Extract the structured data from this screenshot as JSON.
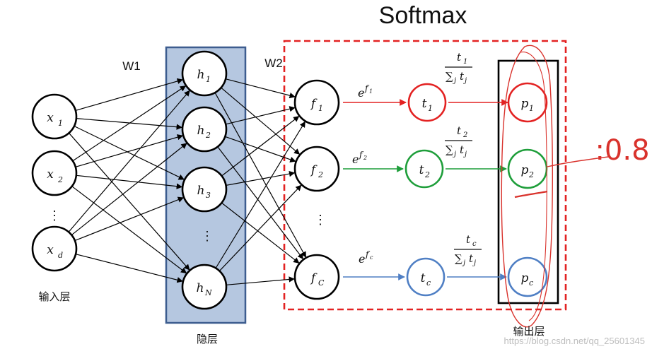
{
  "title": "Softmax",
  "weights": {
    "w1": "W1",
    "w2": "W2"
  },
  "layers": {
    "input": "输入层",
    "hidden": "隐层",
    "output": "输出层"
  },
  "input_nodes": [
    {
      "base": "x",
      "sub": "1"
    },
    {
      "base": "x",
      "sub": "2"
    },
    {
      "base": "x",
      "sub": "d"
    }
  ],
  "hidden_nodes": [
    {
      "base": "h",
      "sub": "1"
    },
    {
      "base": "h",
      "sub": "2"
    },
    {
      "base": "h",
      "sub": "3"
    },
    {
      "base": "h",
      "sub": "N"
    }
  ],
  "logit_nodes": [
    {
      "base": "f",
      "sub": "1"
    },
    {
      "base": "f",
      "sub": "2"
    },
    {
      "base": "f",
      "sub": "C"
    }
  ],
  "exp_nodes": [
    {
      "base": "t",
      "sub": "1"
    },
    {
      "base": "t",
      "sub": "2"
    },
    {
      "base": "t",
      "sub": "c"
    }
  ],
  "prob_nodes": [
    {
      "base": "p",
      "sub": "1"
    },
    {
      "base": "p",
      "sub": "2"
    },
    {
      "base": "p",
      "sub": "c"
    }
  ],
  "exp_labels": [
    {
      "base": "e",
      "sup": "f",
      "subsup": "1"
    },
    {
      "base": "e",
      "sup": "f",
      "subsup": "2"
    },
    {
      "base": "e",
      "sup": "f",
      "subsup": "c"
    }
  ],
  "norm_labels": [
    {
      "num_base": "t",
      "num_sub": "1",
      "den": "∑",
      "den_sub": "j",
      "den_t": "t",
      "den_t_sub": "j"
    },
    {
      "num_base": "t",
      "num_sub": "2",
      "den": "∑",
      "den_sub": "j",
      "den_t": "t",
      "den_t_sub": "j"
    },
    {
      "num_base": "t",
      "num_sub": "c",
      "den": "∑",
      "den_sub": "j",
      "den_t": "t",
      "den_t_sub": "j"
    }
  ],
  "ellipsis": "⋮",
  "annotation": ":0.8",
  "watermark": "https://blog.csdn.net/qq_25601345",
  "colors": {
    "red": "#e32222",
    "green": "#1e9e3a",
    "blue": "#4f7fc4",
    "hidden_fill": "#b5c7e0",
    "hidden_stroke": "#3d5d8f",
    "annotation": "#d9322c"
  }
}
